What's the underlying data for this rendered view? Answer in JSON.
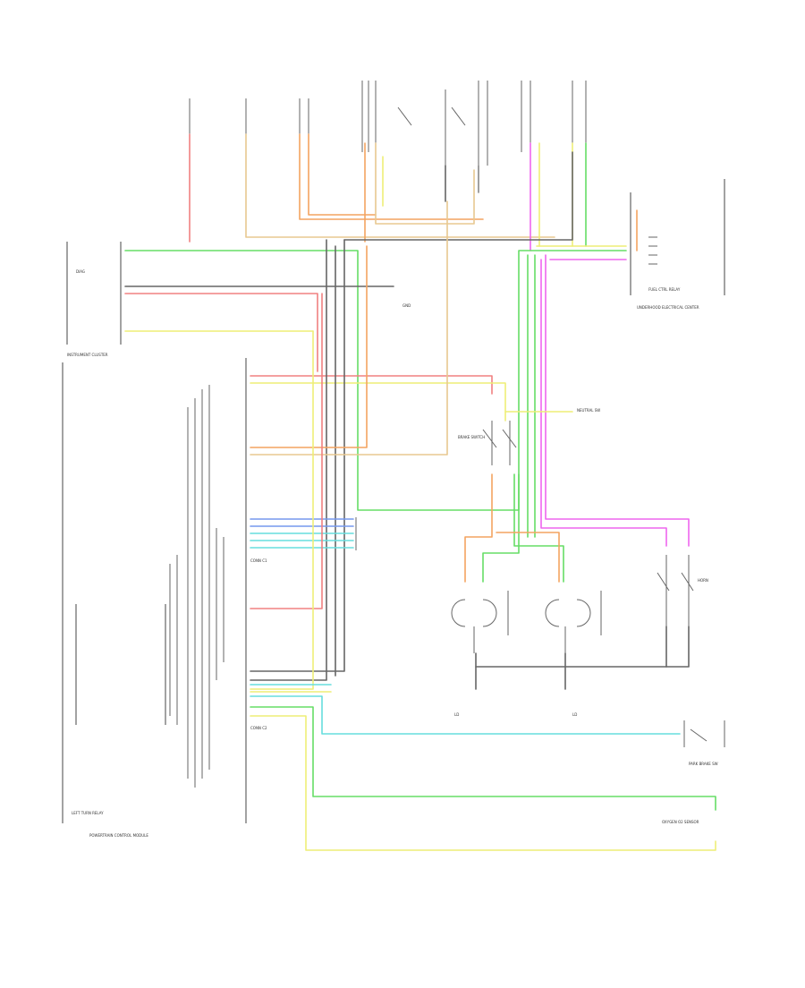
{
  "diagram": {
    "labels": {
      "instrument_cluster": "INSTRUMENT CLUSTER",
      "diag": "DIAG",
      "gnd": "GND",
      "ld_left": "LD",
      "ld_right": "LD",
      "fuel_module": "FUEL CTRL RELAY",
      "underhood_center": "UNDERHOOD ELECTRICAL CENTER",
      "left_turn_relay": "LEFT TURN RELAY",
      "powertrain_module": "POWERTRAIN CONTROL MODULE",
      "park_brake": "PARK BRAKE SW",
      "o2_sensor": "OXYGEN O2 SENSOR",
      "brake_switch": "BRAKE SWITCH",
      "connector_c1": "CONN C1",
      "connector_c2": "CONN C2",
      "neutral_switch": "NEUTRAL SW",
      "horn": "HORN"
    },
    "wire_colors": {
      "pink": "#f08080",
      "orange": "#f4a460",
      "tan": "#e8c890",
      "gray": "#666666",
      "green": "#66dd66",
      "yellow": "#eeee77",
      "magenta": "#ee66ee",
      "cyan": "#66dddd",
      "blue": "#7799ee",
      "red": "#e05555",
      "light_green": "#99ee99",
      "black": "#333333"
    }
  }
}
